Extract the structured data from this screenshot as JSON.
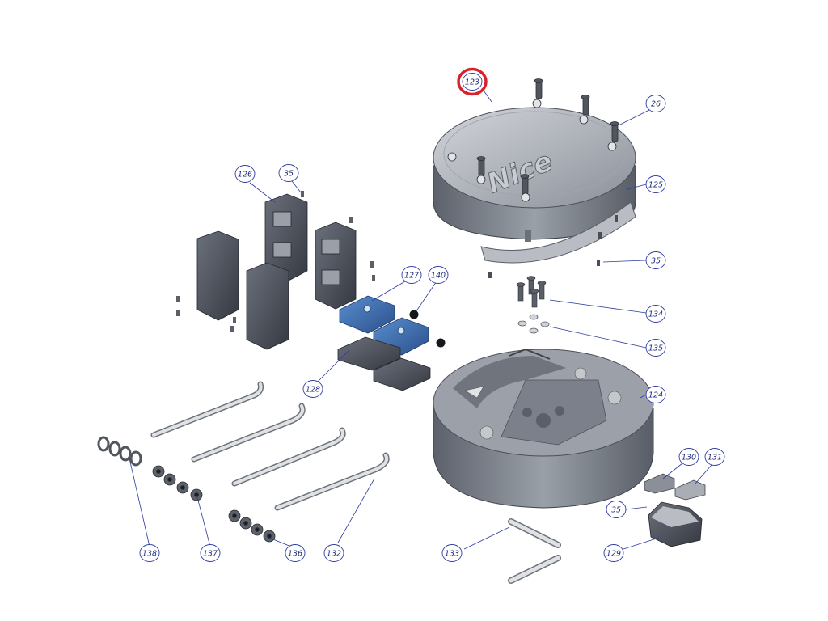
{
  "diagram": {
    "brand_text": "Nice",
    "highlighted_callout": "123",
    "colors": {
      "callout_stroke": "#2b3a9e",
      "callout_text": "#1e2b7a",
      "highlight": "#d9232a",
      "part_dark": "#4a4f5a",
      "part_mid": "#7a7f88",
      "part_light": "#b8bcc3",
      "part_blue": "#3566a8"
    },
    "callouts": [
      {
        "id": "c123",
        "label": "123"
      },
      {
        "id": "c26",
        "label": "26"
      },
      {
        "id": "c125",
        "label": "125"
      },
      {
        "id": "c35a",
        "label": "35"
      },
      {
        "id": "c134",
        "label": "134"
      },
      {
        "id": "c135",
        "label": "135"
      },
      {
        "id": "c124",
        "label": "124"
      },
      {
        "id": "c126",
        "label": "126"
      },
      {
        "id": "c35b",
        "label": "35"
      },
      {
        "id": "c127",
        "label": "127"
      },
      {
        "id": "c140",
        "label": "140"
      },
      {
        "id": "c128",
        "label": "128"
      },
      {
        "id": "c130",
        "label": "130"
      },
      {
        "id": "c131",
        "label": "131"
      },
      {
        "id": "c35c",
        "label": "35"
      },
      {
        "id": "c129",
        "label": "129"
      },
      {
        "id": "c133",
        "label": "133"
      },
      {
        "id": "c132",
        "label": "132"
      },
      {
        "id": "c136",
        "label": "136"
      },
      {
        "id": "c137",
        "label": "137"
      },
      {
        "id": "c138",
        "label": "138"
      }
    ]
  }
}
